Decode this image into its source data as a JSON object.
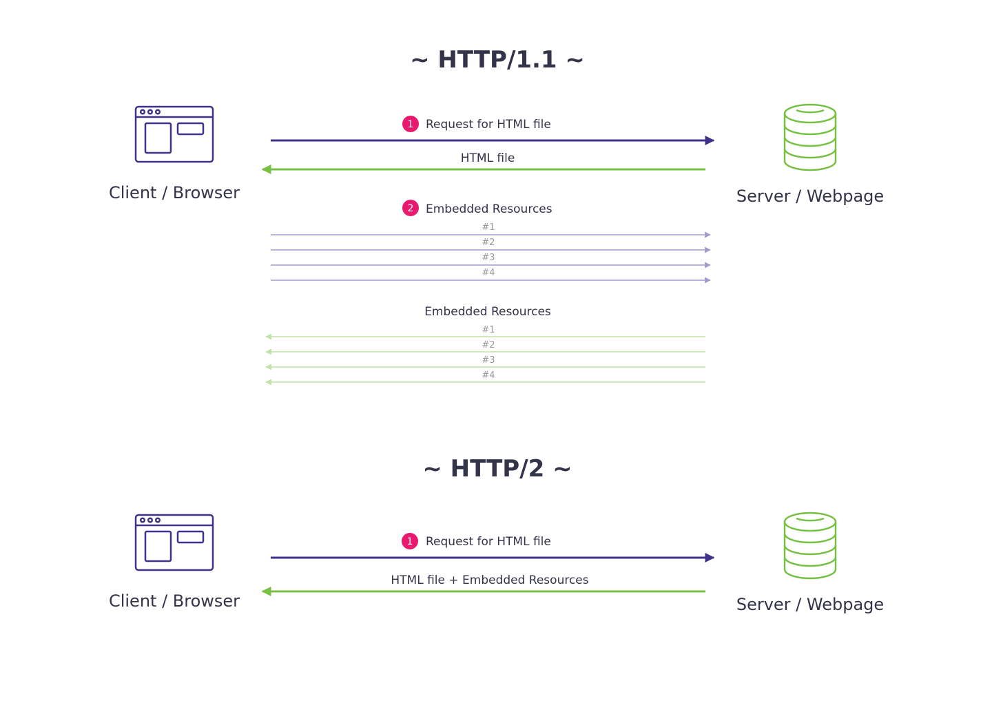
{
  "colors": {
    "request": "#3f3289",
    "response": "#76c043",
    "request_light": "#a09ccc",
    "response_light": "#bfe2a5",
    "badge": "#e8196e",
    "text": "#33334a",
    "index_text": "#999999"
  },
  "http11": {
    "title": "~ HTTP/1.1 ~",
    "client_label": "Client / Browser",
    "server_label": "Server / Webpage",
    "step1_badge": "1",
    "step1_label": "Request for HTML file",
    "response1_label": "HTML file",
    "step2_badge": "2",
    "step2_label": "Embedded Resources",
    "requests": [
      "#1",
      "#2",
      "#3",
      "#4"
    ],
    "responses_label": "Embedded Resources",
    "responses": [
      "#1",
      "#2",
      "#3",
      "#4"
    ]
  },
  "http2": {
    "title": "~ HTTP/2 ~",
    "client_label": "Client / Browser",
    "server_label": "Server / Webpage",
    "step1_badge": "1",
    "step1_label": "Request for HTML file",
    "response_label": "HTML file + Embedded Resources"
  }
}
